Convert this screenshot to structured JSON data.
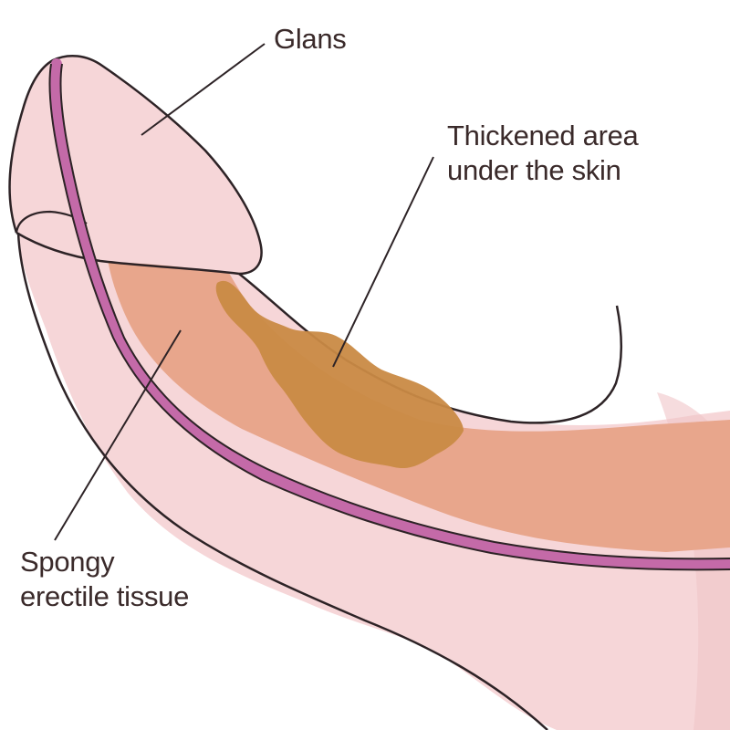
{
  "labels": {
    "glans": "Glans",
    "thickened_line1": "Thickened area",
    "thickened_line2": "under the skin",
    "spongy_line1": "Spongy",
    "spongy_line2": "erectile tissue"
  },
  "colors": {
    "background": "#ffffff",
    "skin": "#f6d6d8",
    "skin_shadow": "#f0c4c8",
    "erectile_tissue": "#e8a68c",
    "erectile_tissue_light": "#ecb39d",
    "plaque": "#c98a44",
    "urethra": "#c46aa8",
    "outline": "#2d2326",
    "label_text": "#3a2a2a"
  }
}
